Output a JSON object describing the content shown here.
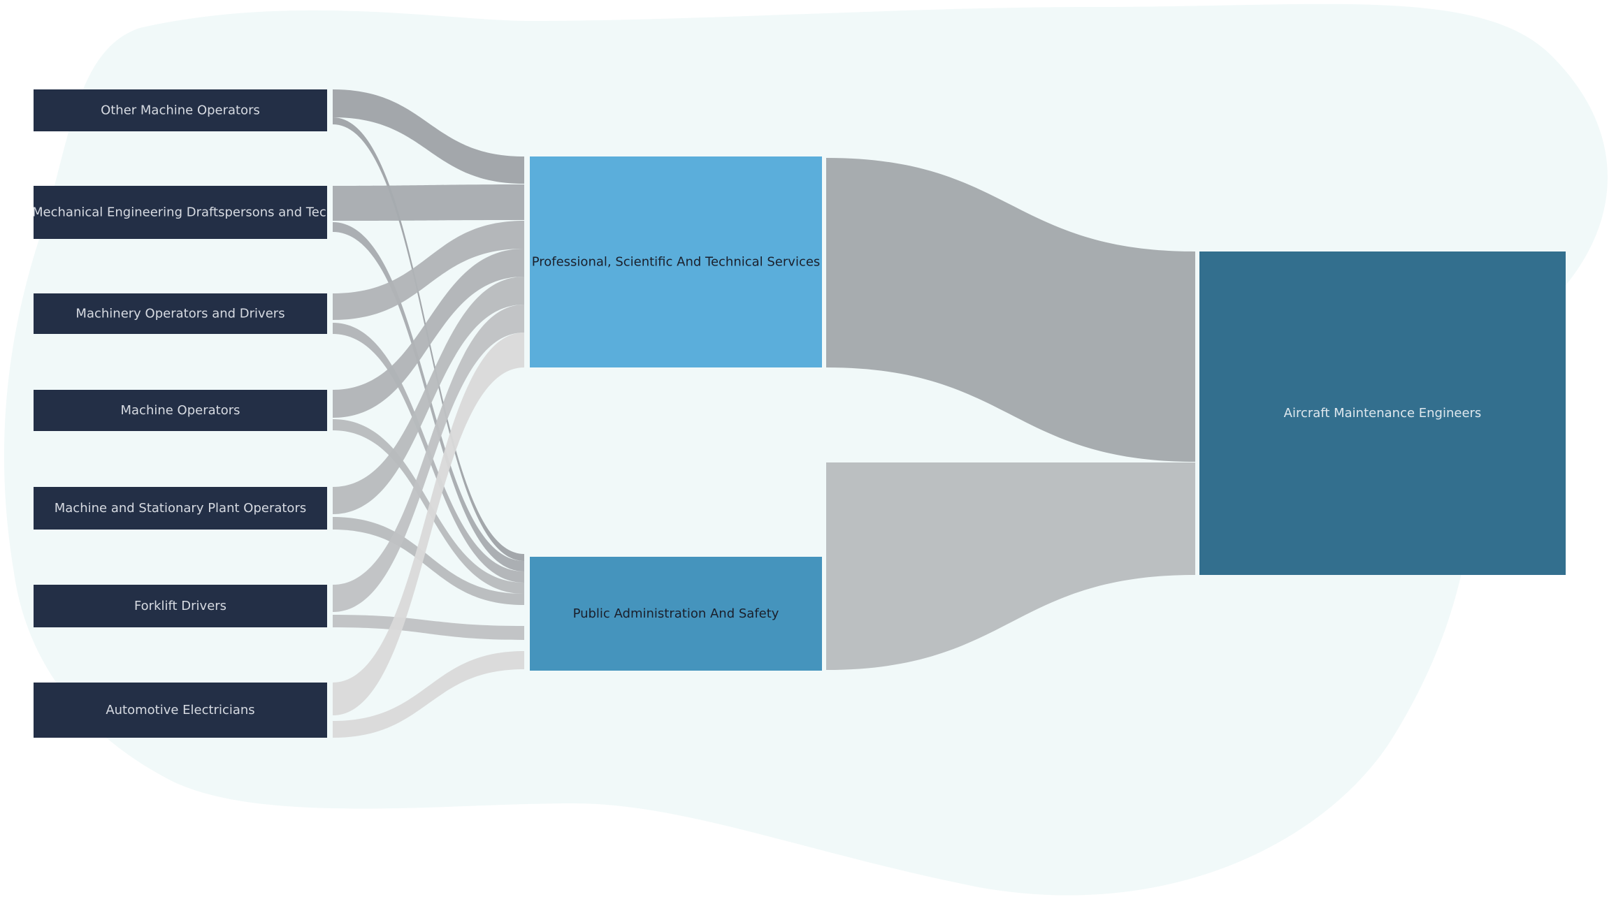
{
  "colors": {
    "background_blob": "#f1f9f9",
    "source_node_fill": "#232f46",
    "source_node_text": "#d7dbe2",
    "mid_node_1_fill": "#5baedb",
    "mid_node_2_fill": "#4594bd",
    "mid_node_text": "#1a1f2b",
    "target_node_fill": "#336f8e",
    "target_node_text": "#dfe8ee",
    "link_colors": [
      "#9ea2a6",
      "#a7abaf",
      "#b0b3b6",
      "#b7babd",
      "#bfc1c3",
      "#c7c9ca",
      "#d9d9d9"
    ],
    "mid_link_colors": [
      "#a7acaf",
      "#bbbfc1"
    ]
  },
  "diagram": {
    "type": "sankey",
    "sources": [
      {
        "id": "s1",
        "label": "Other Machine Operators"
      },
      {
        "id": "s2",
        "label": "Mechanical Engineering Draftspersons and Technicians"
      },
      {
        "id": "s3",
        "label": "Machinery Operators and Drivers"
      },
      {
        "id": "s4",
        "label": "Machine Operators"
      },
      {
        "id": "s5",
        "label": "Machine and Stationary Plant Operators"
      },
      {
        "id": "s6",
        "label": "Forklift Drivers"
      },
      {
        "id": "s7",
        "label": "Automotive Electricians"
      }
    ],
    "industries": [
      {
        "id": "m1",
        "label": "Professional, Scientific And Technical Services"
      },
      {
        "id": "m2",
        "label": "Public Administration And Safety"
      }
    ],
    "target": {
      "id": "t1",
      "label": "Aircraft Maintenance Engineers"
    },
    "links": [
      {
        "source": "s1",
        "target": "m1",
        "value": 38
      },
      {
        "source": "s1",
        "target": "m2",
        "value": 8
      },
      {
        "source": "s2",
        "target": "m1",
        "value": 48
      },
      {
        "source": "s2",
        "target": "m2",
        "value": 13
      },
      {
        "source": "s3",
        "target": "m1",
        "value": 38
      },
      {
        "source": "s3",
        "target": "m2",
        "value": 13
      },
      {
        "source": "s4",
        "target": "m1",
        "value": 38
      },
      {
        "source": "s4",
        "target": "m2",
        "value": 13
      },
      {
        "source": "s5",
        "target": "m1",
        "value": 38
      },
      {
        "source": "s5",
        "target": "m2",
        "value": 13
      },
      {
        "source": "s6",
        "target": "m1",
        "value": 38
      },
      {
        "source": "s6",
        "target": "m2",
        "value": 13
      },
      {
        "source": "s7",
        "target": "m1",
        "value": 48
      },
      {
        "source": "s7",
        "target": "m2",
        "value": 30
      },
      {
        "source": "m1",
        "target": "t1",
        "value": 296
      },
      {
        "source": "m2",
        "target": "t1",
        "value": 160
      }
    ]
  }
}
